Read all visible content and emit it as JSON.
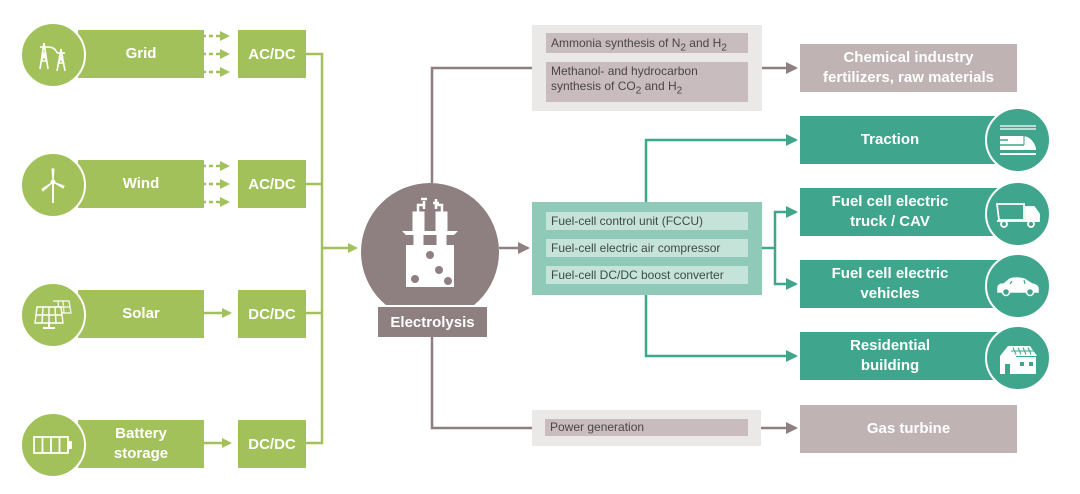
{
  "colors": {
    "green_source": "#a3c15a",
    "electrolysis_grey": "#8e7f80",
    "chem_grey": "#bfb3b4",
    "teal": "#3fa58c",
    "teal_light": "#8fcab8",
    "light_grey_panel": "#ebe8e8"
  },
  "sources": [
    {
      "label": "Grid",
      "icon": "power-tower-icon",
      "converter": "AC/DC",
      "connection": "ac-three-phase-dashed"
    },
    {
      "label": "Wind",
      "icon": "wind-turbine-icon",
      "converter": "AC/DC",
      "connection": "ac-three-phase-dashed"
    },
    {
      "label": "Solar",
      "icon": "solar-panel-icon",
      "converter": "DC/DC",
      "connection": "dc-single"
    },
    {
      "label": "Battery storage",
      "label_lines": [
        "Battery",
        "storage"
      ],
      "icon": "battery-icon",
      "converter": "DC/DC",
      "connection": "dc-single"
    }
  ],
  "electrolysis": {
    "label": "Electrolysis",
    "icon": "electrolysis-beaker-icon"
  },
  "chemical": {
    "items": [
      {
        "text": "Ammonia synthesis of N",
        "sub1": "2",
        "mid": " and H",
        "sub2": "2"
      },
      {
        "line1": "Methanol- and hydrocarbon",
        "text": "synthesis of CO",
        "sub1": "2",
        "mid": " and H",
        "sub2": "2"
      }
    ],
    "output": {
      "line1": "Chemical industry",
      "line2": "fertilizers, raw materials"
    }
  },
  "fuel_cell": {
    "items": [
      "Fuel-cell control unit (FCCU)",
      "Fuel-cell electric air compressor",
      "Fuel-cell DC/DC boost converter"
    ],
    "outputs": [
      {
        "line1": "Traction",
        "line2": "",
        "icon": "high-speed-train-icon"
      },
      {
        "line1": "Fuel cell electric",
        "line2": "truck / CAV",
        "icon": "truck-icon"
      },
      {
        "line1": "Fuel cell electric",
        "line2": "vehicles",
        "icon": "car-icon"
      },
      {
        "line1": "Residential",
        "line2": "building",
        "icon": "house-solar-roof-icon"
      }
    ]
  },
  "power": {
    "item": "Power generation",
    "output": "Gas turbine"
  }
}
